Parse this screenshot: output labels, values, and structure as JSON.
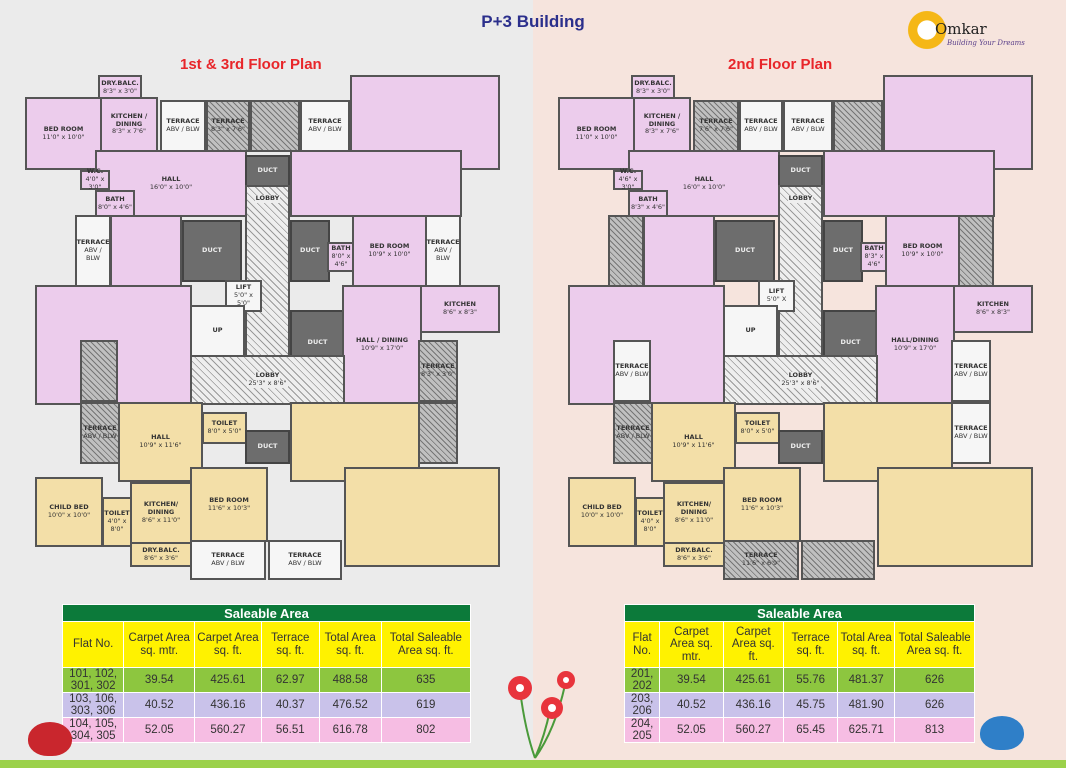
{
  "title": "P+3 Building",
  "logo": {
    "name": "Omkar",
    "tagline": "Building Your Dreams"
  },
  "colors": {
    "title": "#2b2f8c",
    "plan_title": "#e8262a",
    "table_caption": "#0c7a3a",
    "table_header": "#fff200",
    "row_1": "#8dc63f",
    "row_2": "#c9c2ea",
    "row_3": "#f6bde3",
    "flat_pink": "#ecccec",
    "flat_yellow": "#f3dfa8"
  },
  "plans": [
    {
      "title": "1st & 3rd Floor Plan",
      "rooms": {
        "drybalc1": [
          "DRY.BALC.",
          "8'3\" x 3'0\""
        ],
        "bed1": [
          "BED ROOM",
          "11'0\" x 10'0\""
        ],
        "kit1": [
          "KITCHEN / DINING",
          "8'3\" x 7'6\""
        ],
        "ter1": [
          "TERRACE",
          "ABV / BLW"
        ],
        "ter2": [
          "TERRACE",
          "8'3\" x 7'6\""
        ],
        "ter3": [
          "",
          ""
        ],
        "ter4": [
          "TERRACE",
          "ABV / BLW"
        ],
        "apt2": [
          "",
          ""
        ],
        "hall1": [
          "HALL",
          "16'0\" x 10'0\""
        ],
        "wc1": [
          "W.C.",
          "4'0\" x 3'0\""
        ],
        "bath1": [
          "BATH",
          "8'0\" x 4'6\""
        ],
        "duct1": [
          "DUCT",
          ""
        ],
        "lobby1": [
          "LOBBY",
          ""
        ],
        "hall2": [
          "",
          ""
        ],
        "terL": [
          "TERRACE",
          "ABV / BLW"
        ],
        "bedL": [
          "",
          ""
        ],
        "ductL": [
          "DUCT",
          ""
        ],
        "ductR": [
          "DUCT",
          ""
        ],
        "bathR": [
          "BATH",
          "8'0\" x 4'6\""
        ],
        "bedR": [
          "BED ROOM",
          "10'9\" x 10'0\""
        ],
        "terR": [
          "TERRACE",
          "ABV / BLW"
        ],
        "livL": [
          "",
          ""
        ],
        "lift": [
          "LIFT",
          "5'0\" x 5'0\""
        ],
        "stair": [
          "UP",
          ""
        ],
        "ductM": [
          "DUCT",
          ""
        ],
        "hallR": [
          "HALL / DINING",
          "10'9\" x 17'0\""
        ],
        "kitR": [
          "KITCHEN",
          "8'6\" x 8'3\""
        ],
        "terML": [
          "",
          ""
        ],
        "terMR": [
          "TERRACE",
          "8'3\" x 3'0\""
        ],
        "lobby2": [
          "LOBBY",
          "25'3\" x 8'6\""
        ],
        "terYL": [
          "TERRACE",
          "ABV / BLW"
        ],
        "hallY": [
          "HALL",
          "10'9\" x 11'6\""
        ],
        "toiY": [
          "TOILET",
          "8'0\" x 5'0\""
        ],
        "ductY": [
          "DUCT",
          ""
        ],
        "flatYR": [
          "",
          ""
        ],
        "terYR": [
          "",
          ""
        ],
        "child": [
          "CHILD BED",
          "10'0\" x 10'0\""
        ],
        "toiC": [
          "TOILET",
          "4'0\" x 8'0\""
        ],
        "kitY": [
          "KITCHEN/ DINING",
          "8'6\" x 11'0\""
        ],
        "bedY": [
          "BED ROOM",
          "11'6\" x 10'3\""
        ],
        "dryY": [
          "DRY.BALC.",
          "8'6\" x 3'6\""
        ],
        "terB1": [
          "TERRACE",
          "ABV / BLW"
        ],
        "terB2": [
          "TERRACE",
          "ABV / BLW"
        ],
        "flatYR2": [
          "",
          ""
        ]
      }
    },
    {
      "title": "2nd Floor Plan",
      "rooms": {
        "drybalc1": [
          "DRY.BALC.",
          "8'3\" x 3'0\""
        ],
        "bed1": [
          "BED ROOM",
          "11'0\" x 10'0\""
        ],
        "kit1": [
          "KITCHEN / DINING",
          "8'3\" x 7'6\""
        ],
        "ter1": [
          "TERRACE",
          "7'6\" x 7'6\""
        ],
        "ter2": [
          "TERRACE",
          "ABV / BLW"
        ],
        "ter3": [
          "TERRACE",
          "ABV / BLW"
        ],
        "ter4": [
          "",
          ""
        ],
        "apt2": [
          "",
          ""
        ],
        "hall1": [
          "HALL",
          "16'0\" x 10'0\""
        ],
        "wc1": [
          "W.C.",
          "4'6\" x 3'0\""
        ],
        "bath1": [
          "BATH",
          "8'3\" x 4'6\""
        ],
        "duct1": [
          "DUCT",
          ""
        ],
        "lobby1": [
          "LOBBY",
          ""
        ],
        "hall2": [
          "",
          ""
        ],
        "terL": [
          "",
          ""
        ],
        "bedL": [
          "",
          ""
        ],
        "ductL": [
          "DUCT",
          ""
        ],
        "ductR": [
          "DUCT",
          ""
        ],
        "bathR": [
          "BATH",
          "8'3\" x 4'6\""
        ],
        "bedR": [
          "BED ROOM",
          "10'9\" x 10'0\""
        ],
        "terR": [
          "",
          ""
        ],
        "livL": [
          "",
          ""
        ],
        "lift": [
          "LIFT",
          "5'0\" X"
        ],
        "stair": [
          "UP",
          ""
        ],
        "ductM": [
          "DUCT",
          ""
        ],
        "hallR": [
          "HALL/DINING",
          "10'9\" x 17'0\""
        ],
        "kitR": [
          "KITCHEN",
          "8'6\" x 8'3\""
        ],
        "terML": [
          "TERRACE",
          "ABV / BLW"
        ],
        "terMR": [
          "TERRACE",
          "ABV / BLW"
        ],
        "lobby2": [
          "LOBBY",
          "25'3\" x 8'6\""
        ],
        "terYL": [
          "TERRACE",
          "ABV / BLW"
        ],
        "hallY": [
          "HALL",
          "10'9\" x 11'6\""
        ],
        "toiY": [
          "TOILET",
          "8'0\" x 5'0\""
        ],
        "ductY": [
          "DUCT",
          ""
        ],
        "flatYR": [
          "",
          ""
        ],
        "terYR": [
          "TERRACE",
          "ABV / BLW"
        ],
        "child": [
          "CHILD BED",
          "10'0\" x 10'0\""
        ],
        "toiC": [
          "TOILET",
          "4'0\" x 8'0\""
        ],
        "kitY": [
          "KITCHEN/ DINING",
          "8'6\" x 11'0\""
        ],
        "bedY": [
          "BED ROOM",
          "11'6\" x 10'3\""
        ],
        "dryY": [
          "DRY.BALC.",
          "8'6\" x 3'6\""
        ],
        "terB1": [
          "TERRACE",
          "11'6\" x 6'9\""
        ],
        "terB2": [
          "",
          ""
        ],
        "flatYR2": [
          "",
          ""
        ]
      }
    }
  ],
  "tables": [
    {
      "caption": "Saleable Area",
      "headers": [
        "Flat No.",
        "Carpet Area sq. mtr.",
        "Carpet Area sq. ft.",
        "Terrace sq. ft.",
        "Total Area sq. ft.",
        "Total Saleable Area sq. ft."
      ],
      "rows": [
        [
          "101, 102, 301, 302",
          "39.54",
          "425.61",
          "62.97",
          "488.58",
          "635"
        ],
        [
          "103, 106, 303, 306",
          "40.52",
          "436.16",
          "40.37",
          "476.52",
          "619"
        ],
        [
          "104, 105, 304, 305",
          "52.05",
          "560.27",
          "56.51",
          "616.78",
          "802"
        ]
      ]
    },
    {
      "caption": "Saleable Area",
      "headers": [
        "Flat No.",
        "Carpet Area sq. mtr.",
        "Carpet Area sq. ft.",
        "Terrace sq. ft.",
        "Total Area sq. ft.",
        "Total Saleable Area sq. ft."
      ],
      "rows": [
        [
          "201, 202",
          "39.54",
          "425.61",
          "55.76",
          "481.37",
          "626"
        ],
        [
          "203, 206",
          "40.52",
          "436.16",
          "45.75",
          "481.90",
          "626"
        ],
        [
          "204, 205",
          "52.05",
          "560.27",
          "65.45",
          "625.71",
          "813"
        ]
      ]
    }
  ]
}
